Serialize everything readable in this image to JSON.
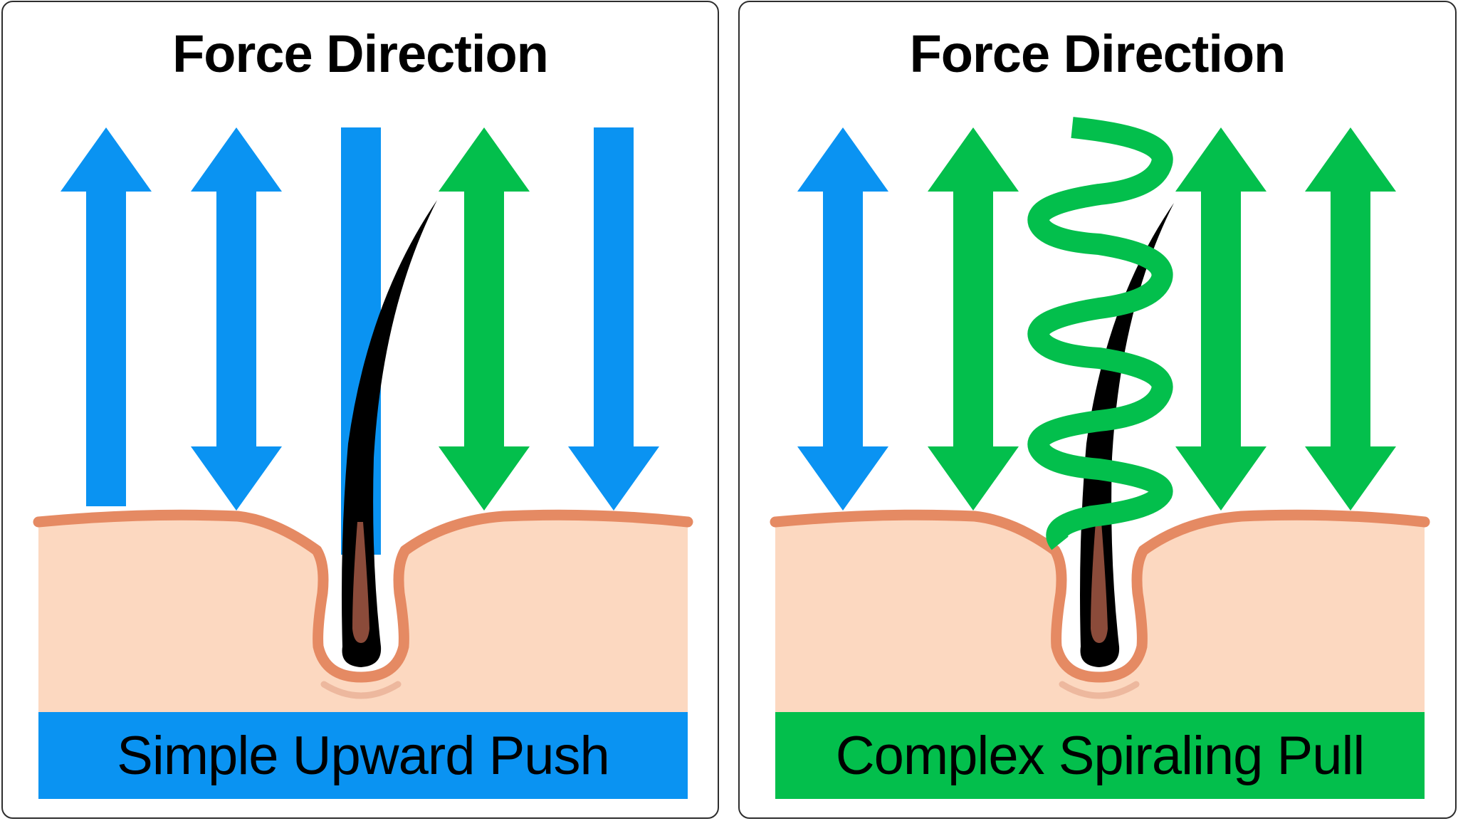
{
  "colors": {
    "blue": "#0A93F2",
    "green": "#03BF4C",
    "skin_fill": "#FCD8C0",
    "skin_border": "#E58A63",
    "hair": "#000000",
    "hair_root": "#8B4B3A",
    "outline": "#2E2E2E"
  },
  "panels": [
    {
      "id": "simple",
      "title": "Force Direction",
      "banner_label": "Simple Upward Push",
      "banner_color": "#0A93F2",
      "force_indicators": [
        {
          "type": "up-arrow",
          "color": "blue"
        },
        {
          "type": "double-arrow",
          "color": "blue"
        },
        {
          "type": "bar",
          "color": "blue"
        },
        {
          "type": "double-arrow",
          "color": "green"
        },
        {
          "type": "down-arrow",
          "color": "blue"
        }
      ]
    },
    {
      "id": "complex",
      "title": "Force Direction",
      "banner_label": "Complex Spiraling Pull",
      "banner_color": "#03BF4C",
      "force_indicators": [
        {
          "type": "double-arrow",
          "color": "blue"
        },
        {
          "type": "double-arrow",
          "color": "green"
        },
        {
          "type": "spiral",
          "color": "green"
        },
        {
          "type": "double-arrow",
          "color": "green"
        },
        {
          "type": "double-arrow",
          "color": "green"
        }
      ]
    }
  ]
}
